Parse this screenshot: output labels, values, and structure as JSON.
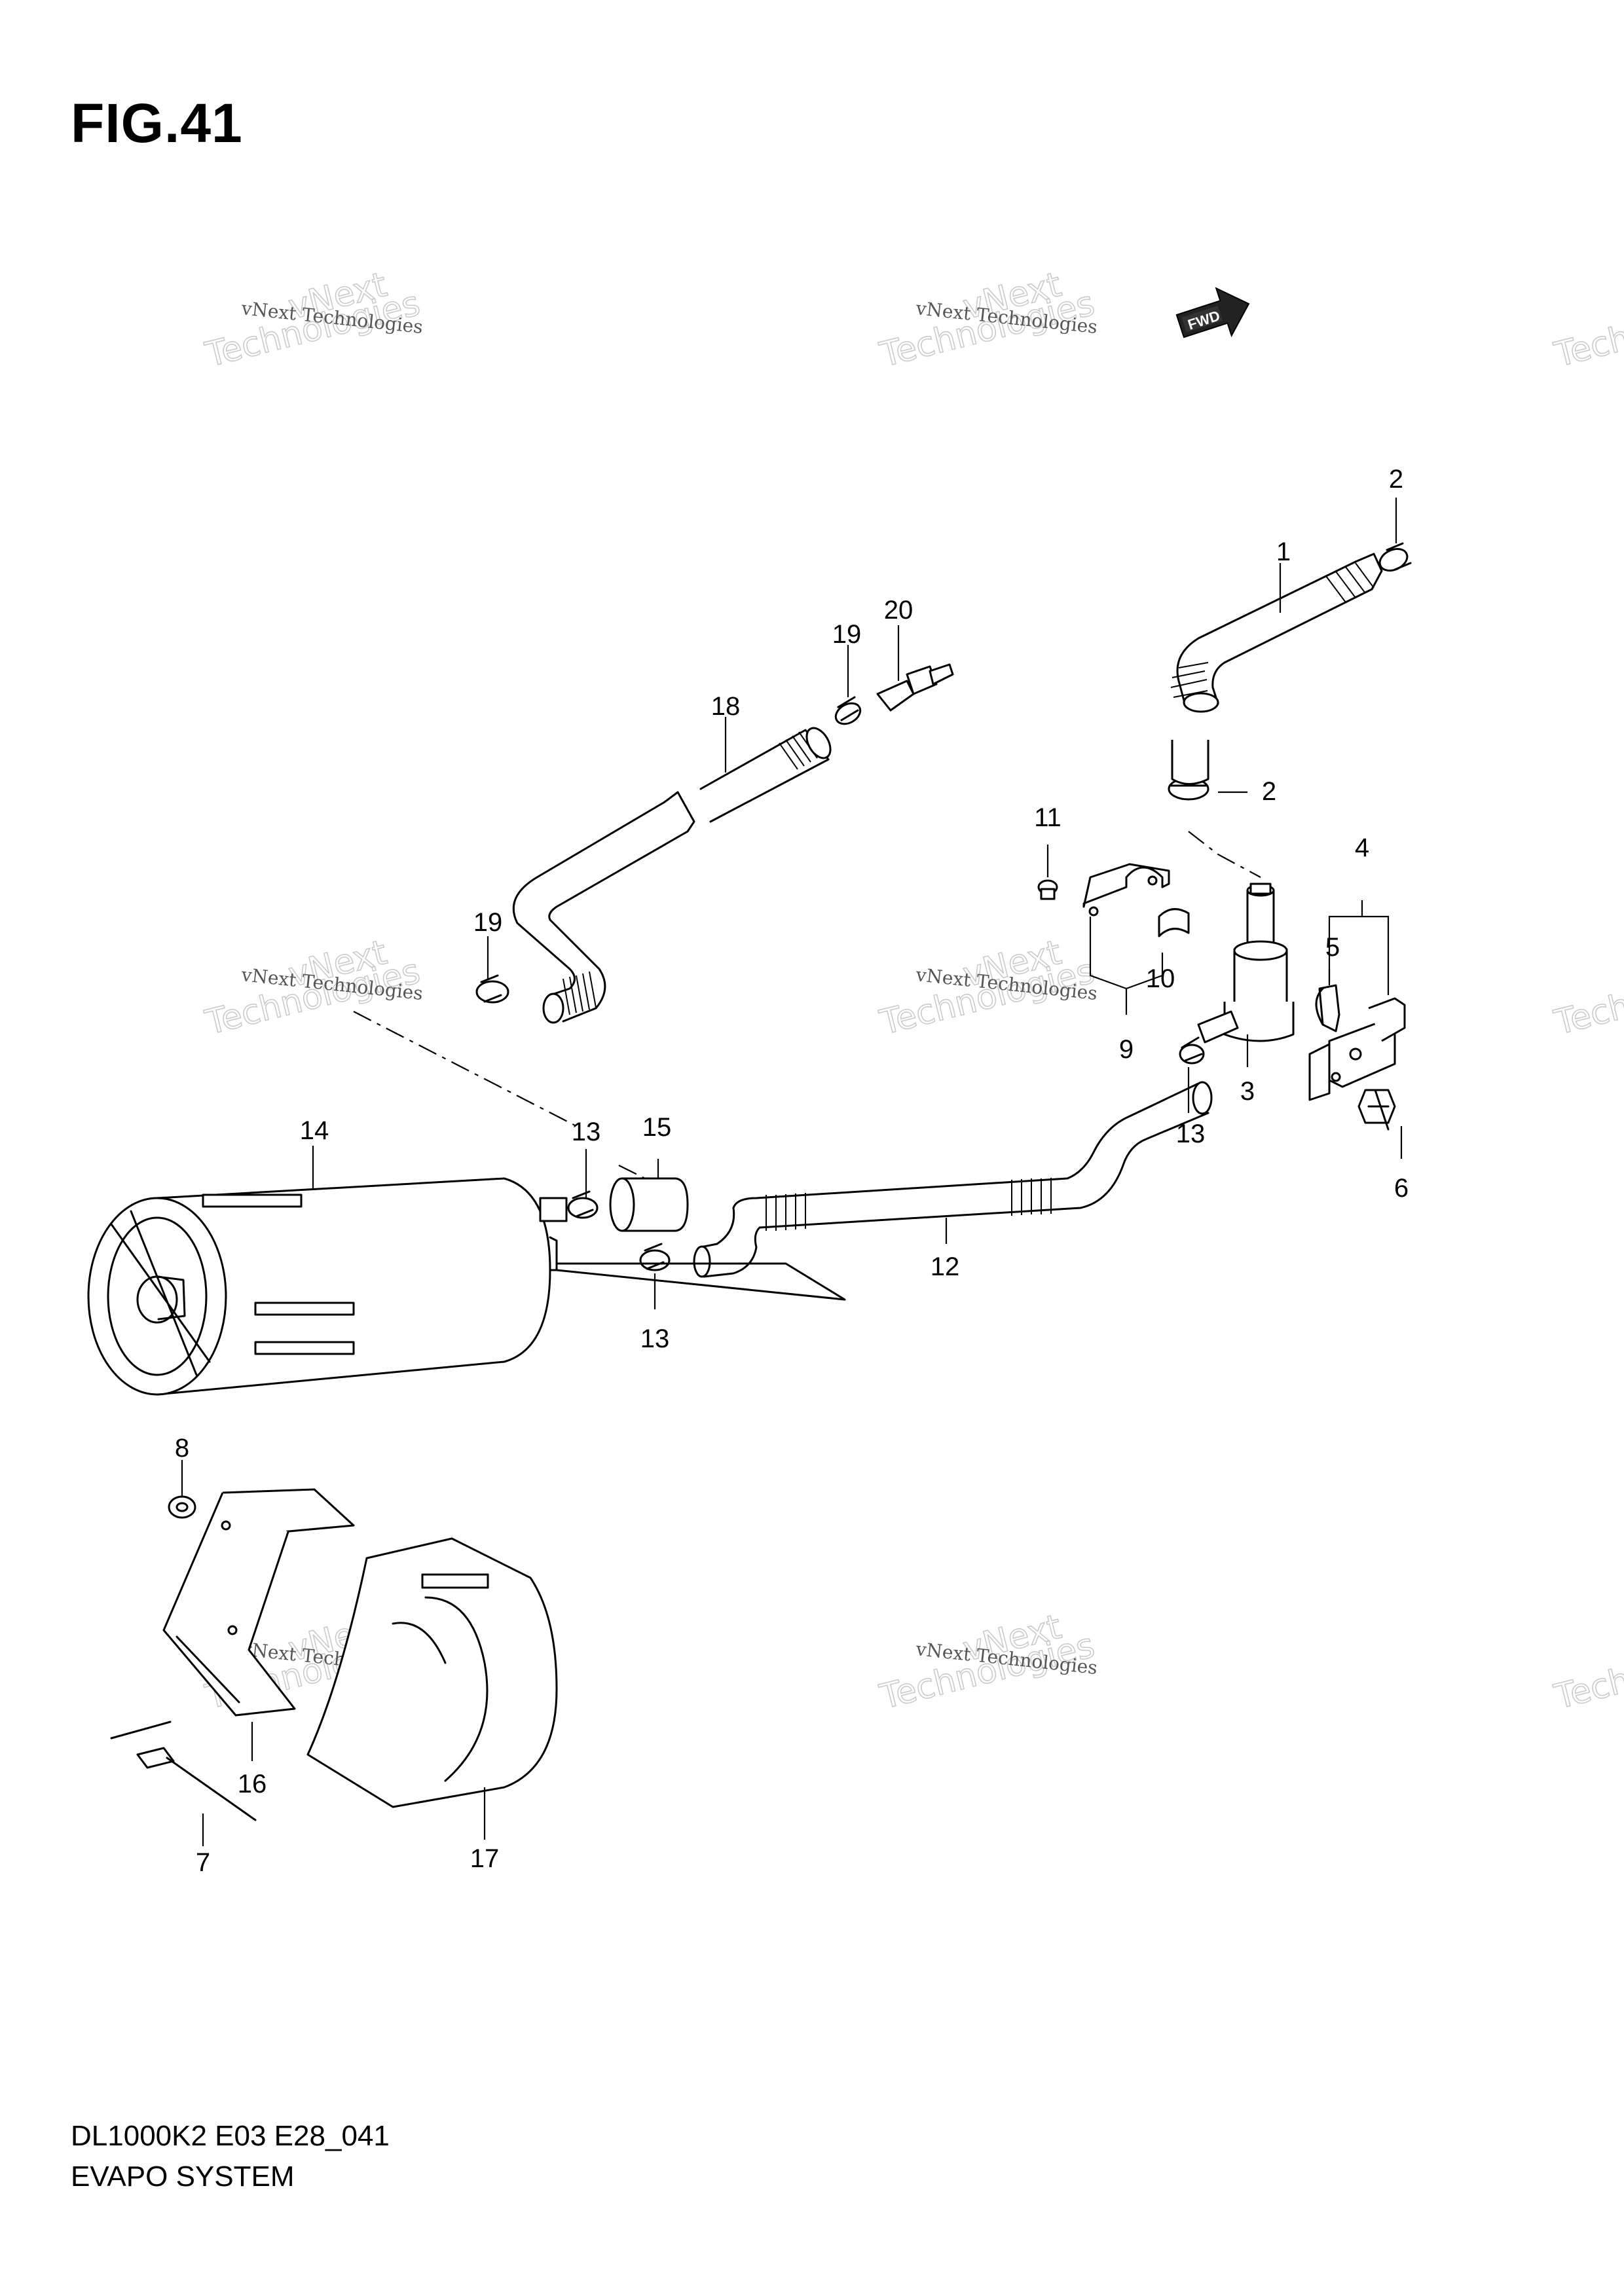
{
  "figure": {
    "title": "FIG.41",
    "code": "DL1000K2 E03 E28_041",
    "name": "EVAPO SYSTEM"
  },
  "fwd_badge": {
    "label": "FWD"
  },
  "watermark": {
    "line1": "vNext Technologies",
    "line2": "vNext",
    "line3": "Technologies"
  },
  "parts": [
    {
      "ref": "1"
    },
    {
      "ref": "2"
    },
    {
      "ref": "2"
    },
    {
      "ref": "3"
    },
    {
      "ref": "4"
    },
    {
      "ref": "5"
    },
    {
      "ref": "6"
    },
    {
      "ref": "7"
    },
    {
      "ref": "8"
    },
    {
      "ref": "9"
    },
    {
      "ref": "10"
    },
    {
      "ref": "11"
    },
    {
      "ref": "12"
    },
    {
      "ref": "13"
    },
    {
      "ref": "13"
    },
    {
      "ref": "13"
    },
    {
      "ref": "14"
    },
    {
      "ref": "15"
    },
    {
      "ref": "16"
    },
    {
      "ref": "17"
    },
    {
      "ref": "18"
    },
    {
      "ref": "19"
    },
    {
      "ref": "19"
    },
    {
      "ref": "20"
    }
  ]
}
